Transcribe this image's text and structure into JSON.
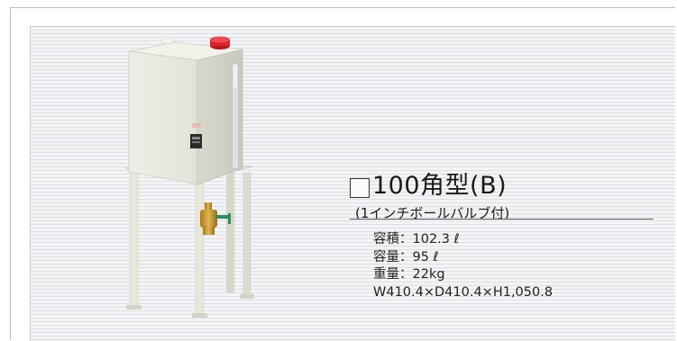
{
  "product": {
    "title": "100角型(B)",
    "subtitle": "(1インチボールバルブ付)",
    "specs": [
      "容積：102.3 ℓ",
      "容量：95 ℓ",
      "重量：22kg",
      "W410.4×D410.4×H1,050.8"
    ]
  },
  "colors": {
    "tank_body": "#e9e8de",
    "cap_red": "#d8232a",
    "valve_brass": "#c9a03a",
    "stand_frame": "#e6e5dc"
  },
  "icons": {
    "title_marker": "empty-checkbox-icon"
  }
}
